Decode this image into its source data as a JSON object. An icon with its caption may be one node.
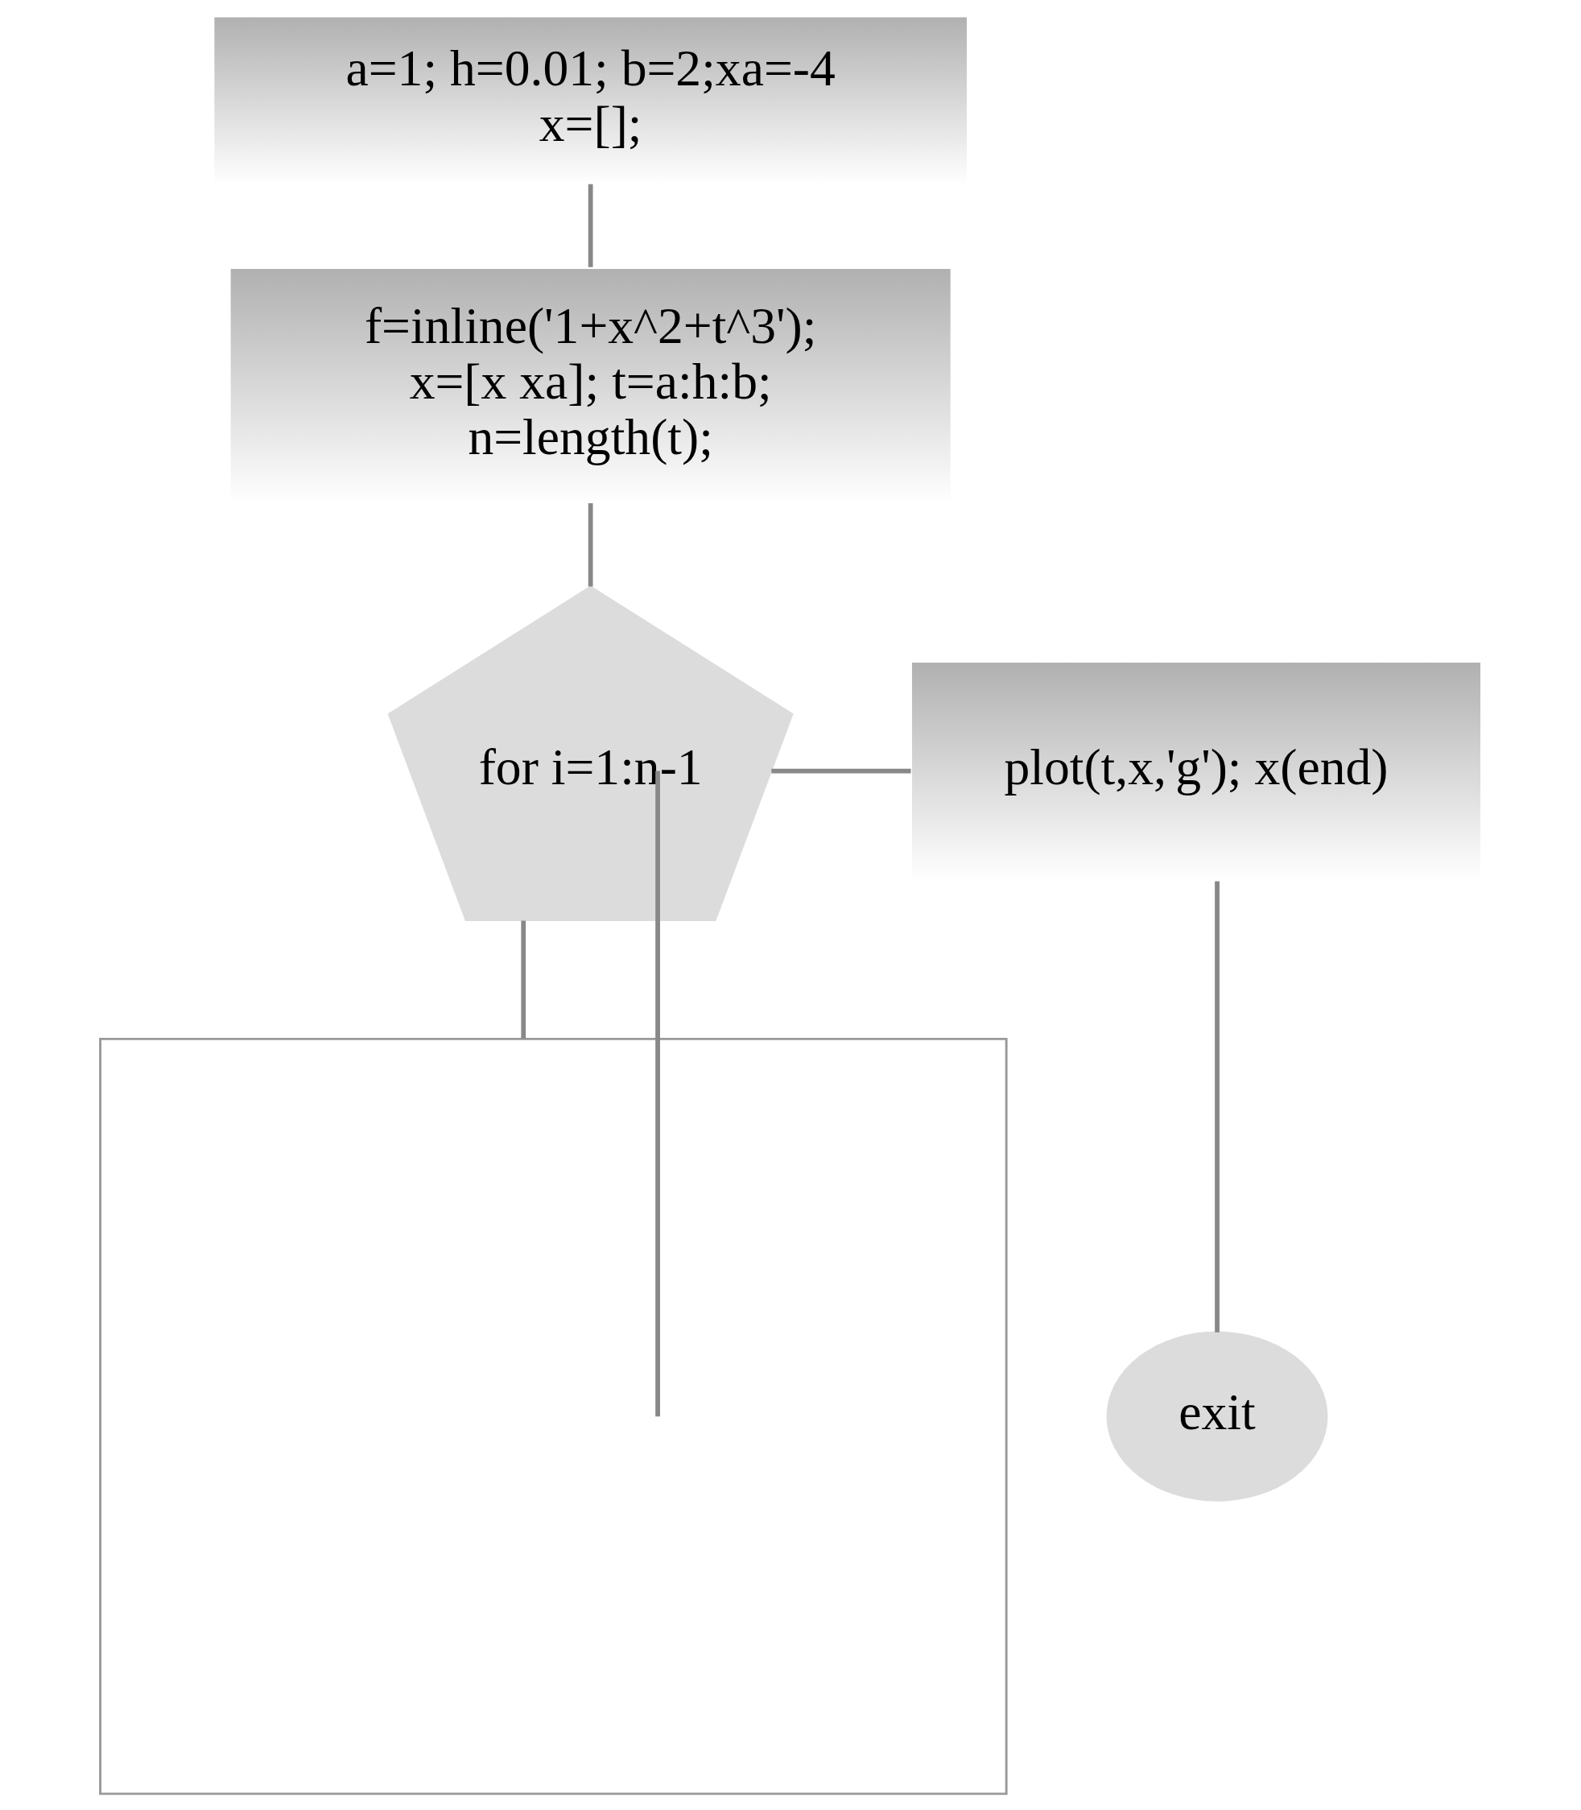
{
  "diagram": {
    "nodes": [
      {
        "text": [
          "a=1; h=0.01; b=2;xa=-4 x=[];"
        ]
      },
      {
        "text": [
          "f=inline('1+x^2+t^3'); x=[x xa]; t=a:h:b; n=length(t);"
        ]
      },
      {
        "text": [
          "for i=1:n-1"
        ]
      },
      {
        "text": [
          "plot(t,x,'g'); x(end)"
        ]
      },
      {
        "text": [
          "exit"
        ]
      },
      {
        "text": [],
        "shape": "box"
      }
    ],
    "edges": [
      {
        "from": 0,
        "to": 1,
        "arrow": "none"
      },
      {
        "from": 1,
        "to": 2,
        "arrow": "none"
      },
      {
        "from": 2,
        "to": 3,
        "arrow": "none"
      },
      {
        "from": 3,
        "to": 4,
        "arrow": "none"
      },
      {
        "from": 2,
        "to": 5,
        "arrow": "none"
      },
      {
        "from": 5,
        "to": 2,
        "arrow": "none"
      }
    ]
  }
}
